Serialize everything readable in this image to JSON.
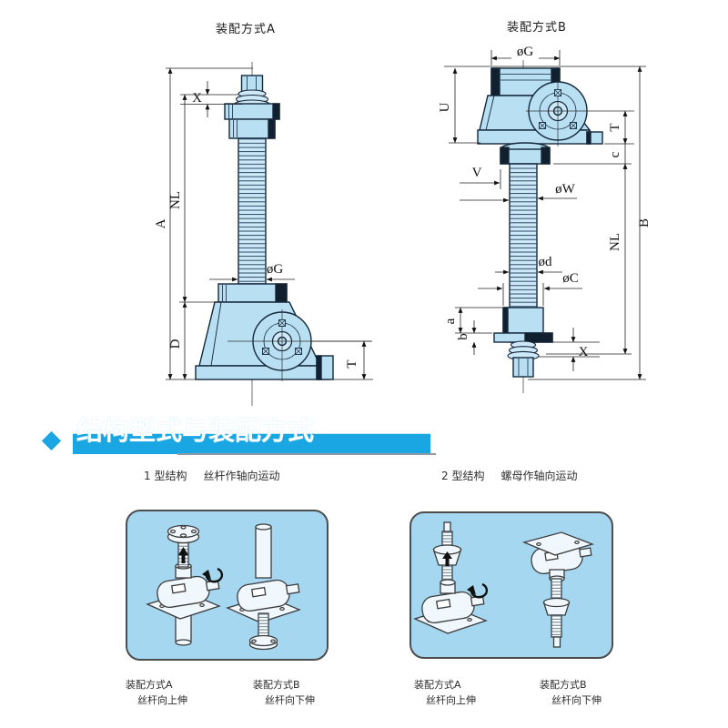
{
  "colors": {
    "accent": "#1aa6e2",
    "part_fill": "#b8dff2",
    "screw_fill": "#cde8f7",
    "outline": "#15273a",
    "panel_fill": "#a6d7f0",
    "panel_border": "#4d4d4d",
    "dim_line": "#222222",
    "bar_shadow": "#8f9ba1"
  },
  "drawing_a": {
    "title": "装配方式A",
    "dims": {
      "A": "A",
      "NL": "NL",
      "X": "X",
      "D": "D",
      "T": "T",
      "phi_g": "øG"
    }
  },
  "drawing_b": {
    "title": "装配方式B",
    "dims": {
      "phi_g": "øG",
      "U": "U",
      "T": "T",
      "c": "c",
      "V": "V",
      "phi_w": "øW",
      "B": "B",
      "NL": "NL",
      "phi_d": "ød",
      "phi_c": "øC",
      "a": "a",
      "b": "b",
      "X": "X"
    }
  },
  "section": {
    "title": "结构型式与装配方式"
  },
  "types": [
    {
      "label": "1 型结构",
      "motion": "丝杆作轴向运动",
      "variants": [
        {
          "name": "装配方式A",
          "motion": "丝杆向上伸"
        },
        {
          "name": "装配方式B",
          "motion": "丝杆向下伸"
        }
      ]
    },
    {
      "label": "2 型结构",
      "motion": "螺母作轴向运动",
      "variants": [
        {
          "name": "装配方式A",
          "motion": "丝杆向上伸"
        },
        {
          "name": "装配方式B",
          "motion": "丝杆向下伸"
        }
      ]
    }
  ],
  "icons": {
    "diamond": "diamond-bullet",
    "up_arrow": "screw-travel-up-arrow",
    "rotation_arrow": "worm-rotation-arrow"
  }
}
